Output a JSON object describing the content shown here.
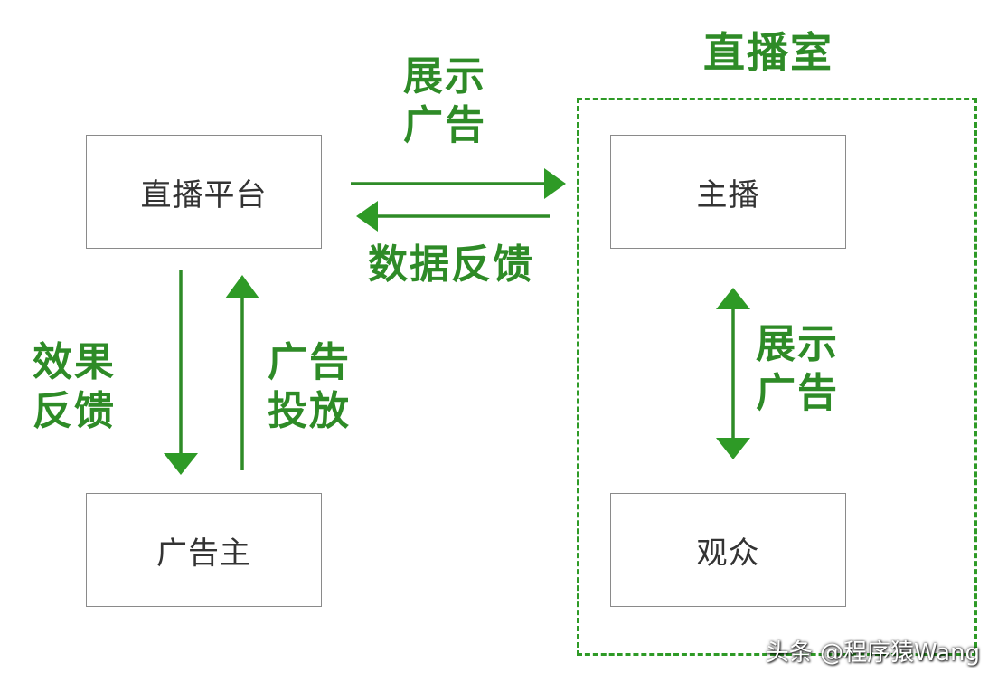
{
  "colors": {
    "accent": "#2e8b27",
    "box_border": "#8a8a8a",
    "box_text": "#333333"
  },
  "nodes": {
    "platform": "直播平台",
    "advertiser": "广告主",
    "streamer": "主播",
    "audience": "观众"
  },
  "room": {
    "title": "直播室"
  },
  "edge_labels": {
    "show_ad_top": [
      "展示",
      "广告"
    ],
    "data_feedback": "数据反馈",
    "effect_feedback": [
      "效果",
      "反馈"
    ],
    "ad_delivery": [
      "广告",
      "投放"
    ],
    "show_ad_room": [
      "展示",
      "广告"
    ]
  },
  "watermark": "头条 @程序猿Wang"
}
